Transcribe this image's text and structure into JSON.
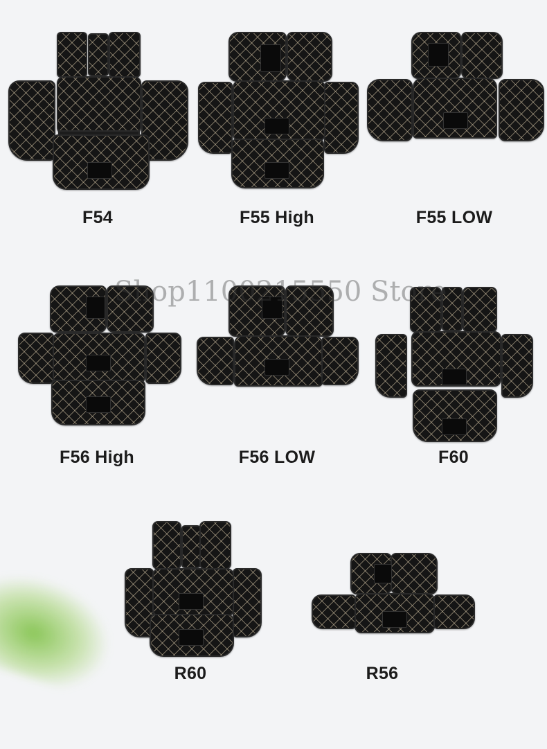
{
  "products": [
    {
      "id": "f54",
      "label": "F54"
    },
    {
      "id": "f55-high",
      "label": "F55 High"
    },
    {
      "id": "f55-low",
      "label": "F55 LOW"
    },
    {
      "id": "f56-high",
      "label": "F56 High"
    },
    {
      "id": "f56-low",
      "label": "F56 LOW"
    },
    {
      "id": "f60",
      "label": "F60"
    },
    {
      "id": "r60",
      "label": "R60"
    },
    {
      "id": "r56",
      "label": "R56"
    }
  ],
  "watermark": "Shop1100215550 Store",
  "colors": {
    "background": "#f3f4f6",
    "mat": "#151515",
    "stitching": "#cdbea0",
    "label": "#1b1b1b",
    "accent_blob": "#78be3c"
  }
}
